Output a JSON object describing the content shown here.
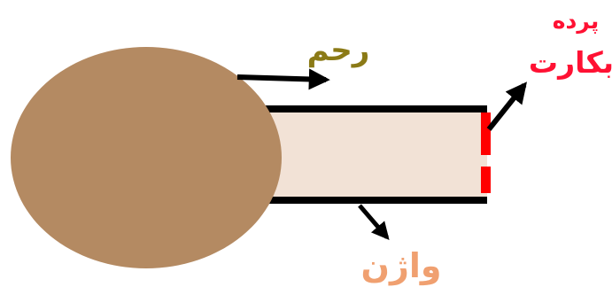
{
  "labels": {
    "uterus": "رحم",
    "hymen_line1": "پرده",
    "hymen_line2": "بکارت",
    "vagina": "واژن"
  },
  "colors": {
    "uterus_fill": "#b48a62",
    "vagina_fill": "#f2e2d6",
    "wall": "#000000",
    "hymen": "#ff0000",
    "uterus_label": "#8b7a16",
    "hymen_label": "#ff1133",
    "vagina_label": "#f0a070"
  }
}
